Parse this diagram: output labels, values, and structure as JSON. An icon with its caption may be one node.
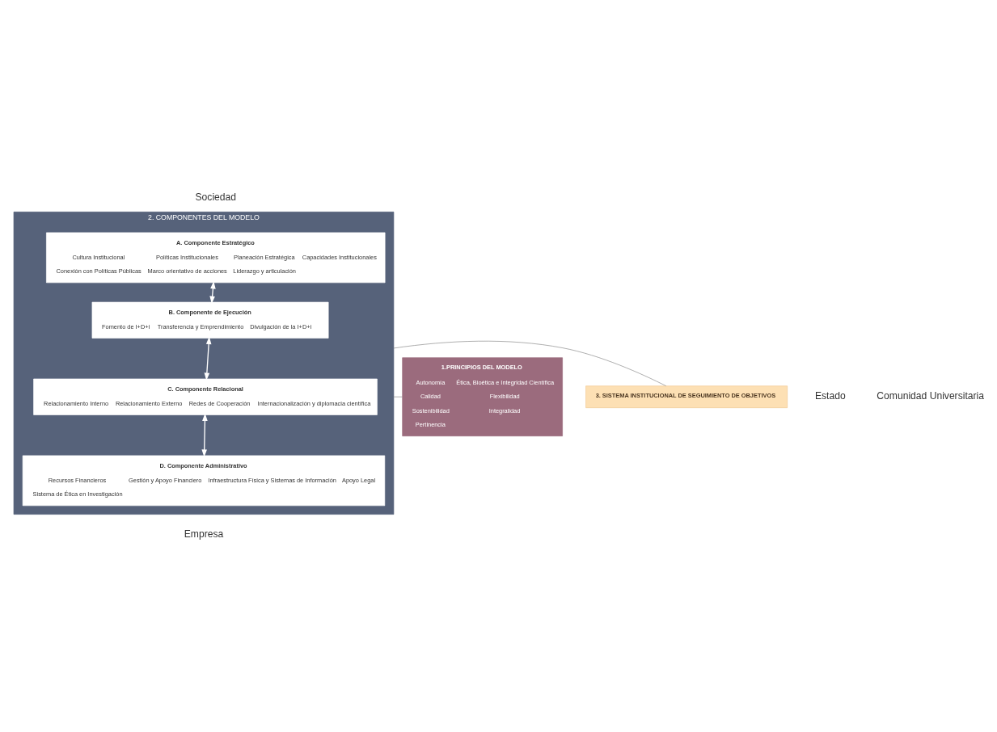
{
  "diagram": {
    "nodes": [
      {
        "text": [
          "1.PRINCIPIOS DEL MODELO",
          "Autonomía",
          "Ética, Bioética e Integridad Científica",
          "Calidad",
          "Flexibilidad",
          "Sostenibilidad",
          "Integralidad",
          "Pertinencia"
        ]
      },
      {
        "text": [
          "2. COMPONENTES DEL MODELO"
        ]
      },
      {
        "text": [
          "A. Componente Estratégico",
          "Cultura Institucional",
          "Políticas Institucionales",
          "Planeación Estratégica",
          "Capacidades Institucionales",
          "Conexión con Políticas Públicas",
          "Marco orientativo de acciones",
          "Liderazgo y articulación"
        ],
        "in": 1
      },
      {
        "text": [
          "B. Componente de Ejecución",
          "Fomento de I+D+i",
          "Transferencia y Emprendimiento",
          "Divulgación de la I+D+i"
        ],
        "in": 1
      },
      {
        "text": [
          "C. Componente Relacional",
          "Relacionamiento Interno",
          "Relacionamiento Externo",
          "Redes de Cooperación",
          "Internacionalización y diplomacia científica"
        ],
        "in": 1
      },
      {
        "text": [
          "D. Componente Administrativo",
          "Recursos Financieros",
          "Gestión y Apoyo Financiero",
          "Infraestructura Física y Sistemas de Información",
          "Apoyo Legal",
          "Sistema de Ética en Investigación"
        ],
        "in": 1
      },
      {
        "text": [
          "3. SISTEMA INSTITUCIONAL DE SEGUIMIENTO DE OBJETIVOS"
        ]
      }
    ],
    "edges": [
      {
        "from": 2,
        "to": 3,
        "arrow": "both"
      },
      {
        "from": 3,
        "to": 4,
        "arrow": "both"
      },
      {
        "from": 4,
        "to": 5,
        "arrow": "both"
      },
      {
        "from": 0,
        "to": 1,
        "arrow": "none",
        "color": "#888888"
      },
      {
        "from": 1,
        "to": 6,
        "arrow": "none",
        "color": "#888888"
      }
    ],
    "labels": [
      "Sociedad",
      "Estado",
      "Comunidad Universitaria",
      "Empresa"
    ]
  }
}
